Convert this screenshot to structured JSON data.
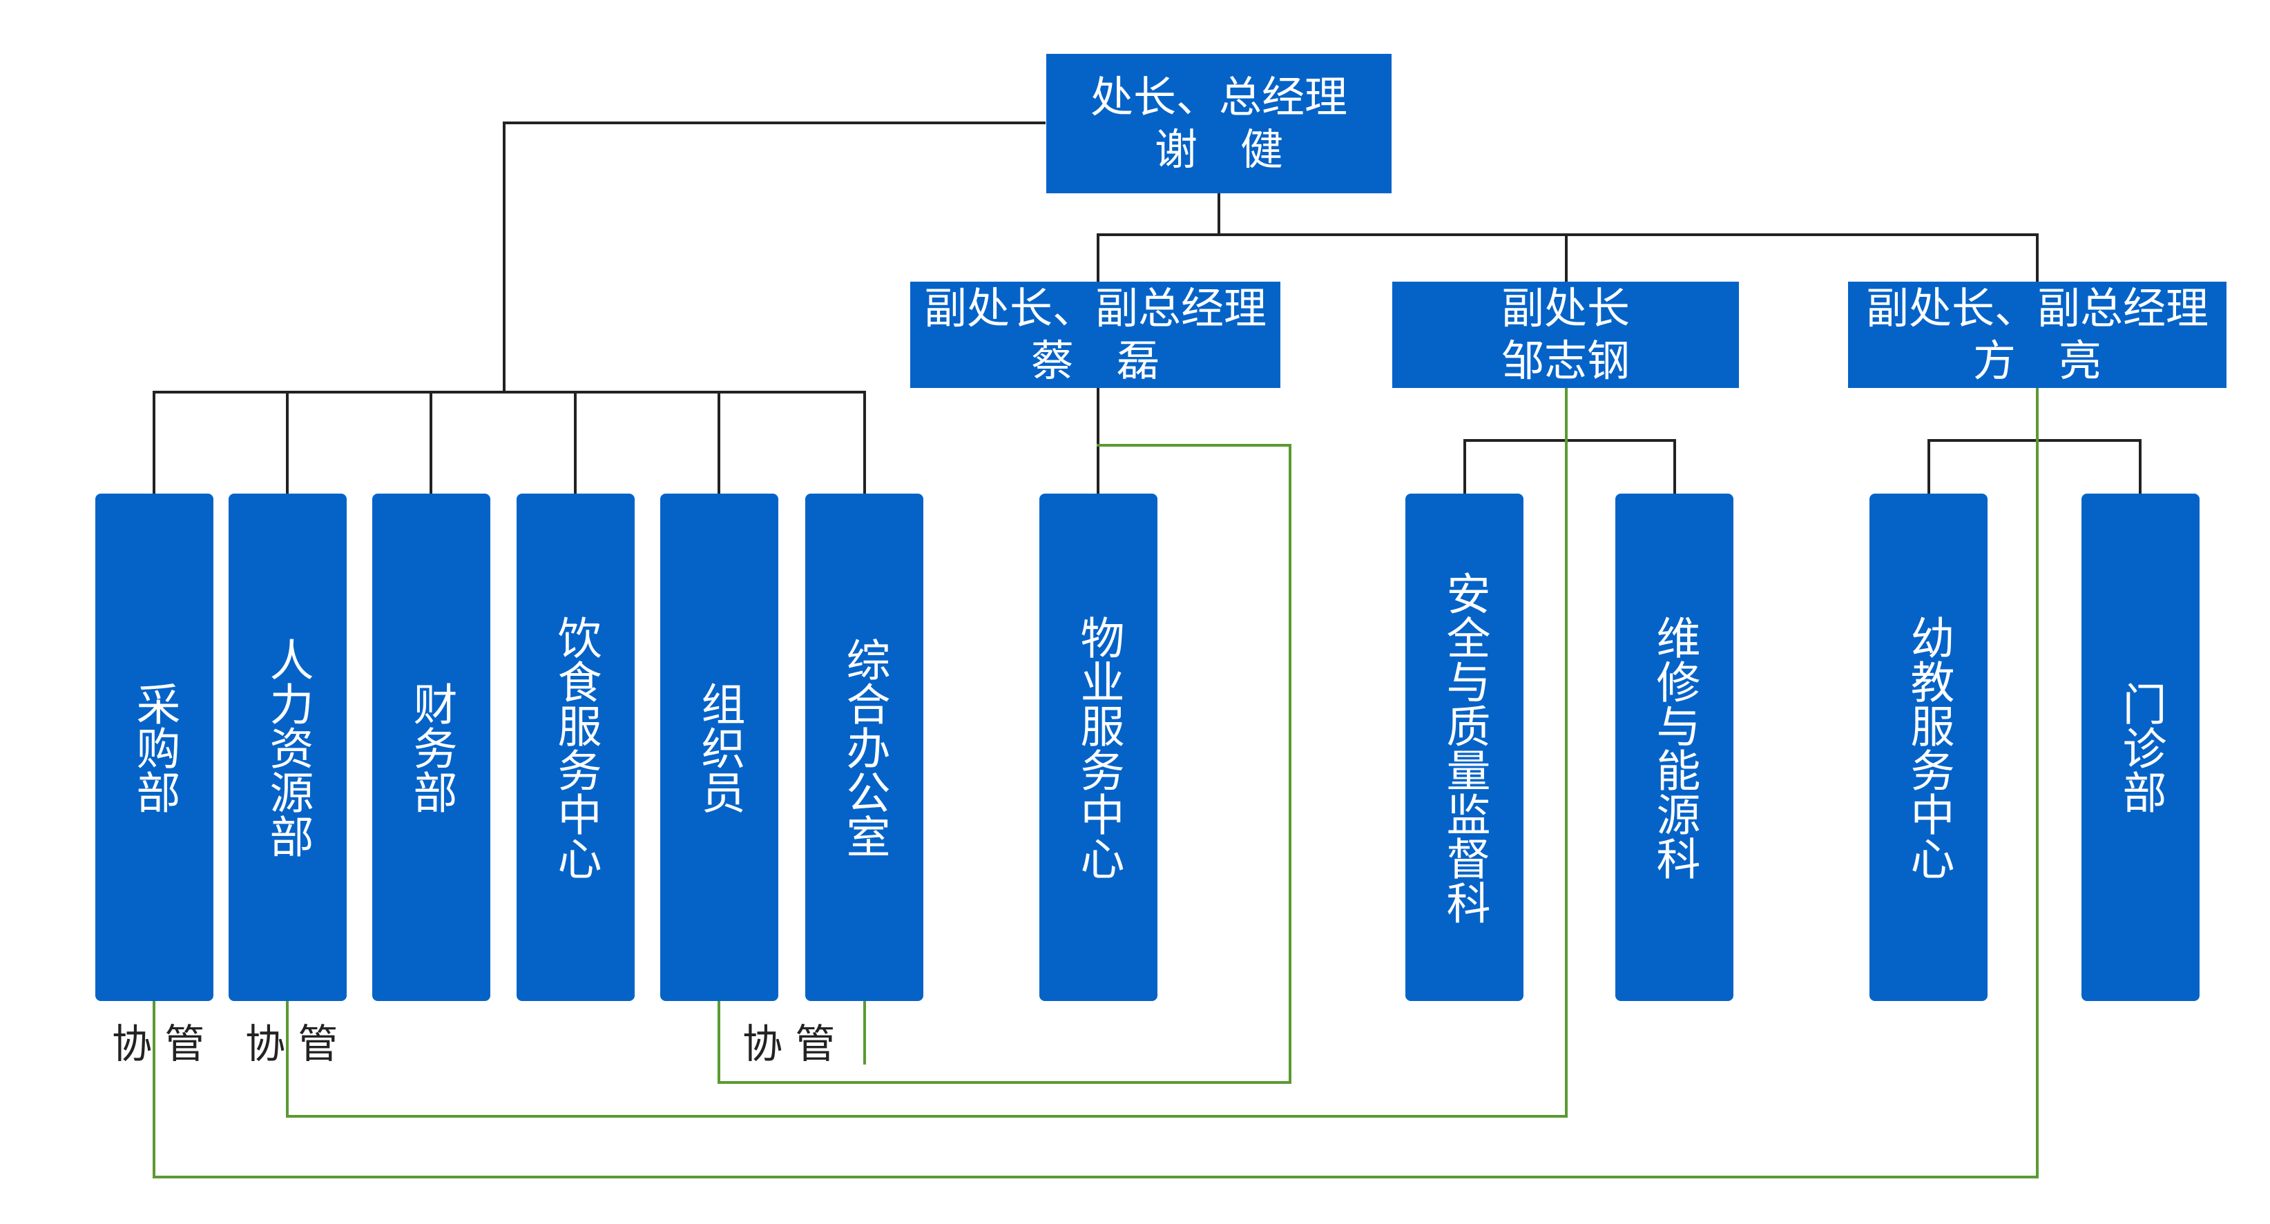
{
  "colors": {
    "box_fill": "#0563C8",
    "box_text": "#FFFFFF",
    "line_black": "#222222",
    "line_green": "#5B9A32",
    "note_text": "#222222"
  },
  "top": {
    "title": "处长、总经理",
    "name": "谢　健"
  },
  "deputies": [
    {
      "title": "副处长、副总经理",
      "name": "蔡　磊"
    },
    {
      "title": "副处长",
      "name": "邹志钢"
    },
    {
      "title": "副处长、副总经理",
      "name": "方　亮"
    }
  ],
  "departments": [
    "采购部",
    "人力资源部",
    "财务部",
    "饮食服务中心",
    "组织员",
    "综合办公室",
    "物业服务中心",
    "安全与质量监督科",
    "维修与能源科",
    "幼教服务中心",
    "门诊部"
  ],
  "notes": [
    "协 管",
    "协 管",
    "协 管"
  ]
}
